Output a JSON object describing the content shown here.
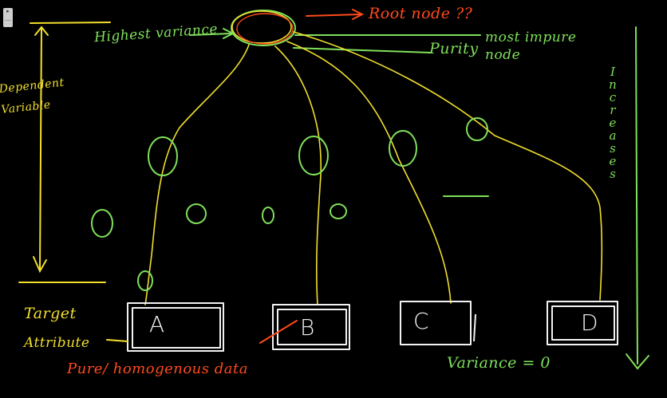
{
  "toolbar": {
    "tab_icon": "chevron-right-icon",
    "tab_label": "..."
  },
  "annotations": {
    "root_label": "Root node ??",
    "highest_variance": "Highest variance",
    "purity": "Purity",
    "most_impure_node": "most impure node",
    "dependent_variable": "Dependent Variable",
    "increases": [
      "I",
      "n",
      "c",
      "r",
      "e",
      "a",
      "s",
      "e",
      "s"
    ],
    "target_attribute_line1": "Target",
    "target_attribute_line2": "Attribute",
    "pure_homogeneous": "Pure/ homogenous data",
    "variance": "Variance = 0"
  },
  "leaves": [
    {
      "letter": "A"
    },
    {
      "letter": "B"
    },
    {
      "letter": "C"
    },
    {
      "letter": "D"
    }
  ],
  "colors": {
    "background": "#000000",
    "yellow": "#f2df2c",
    "green": "#7fe05a",
    "orange": "#ff4a1c",
    "white": "#f2f2f2"
  }
}
